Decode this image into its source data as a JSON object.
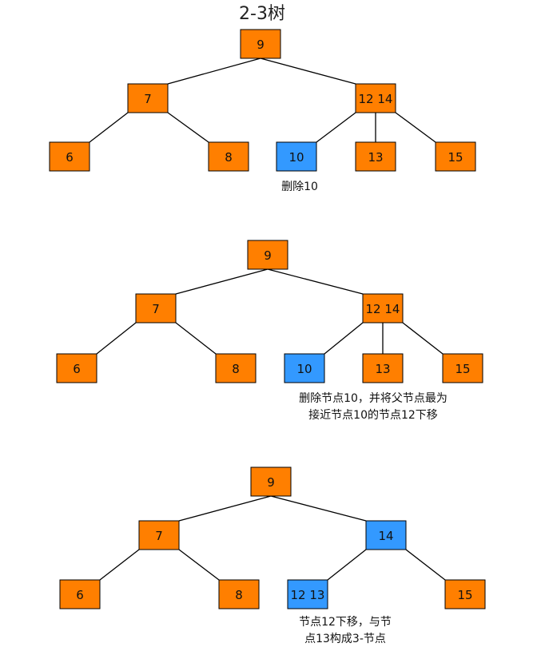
{
  "title": "2-3树",
  "colors": {
    "normal": "#ff7f00",
    "highlight": "#3399ff"
  },
  "diagrams": [
    {
      "nodes": [
        {
          "id": "root",
          "label": "9",
          "color": "normal"
        },
        {
          "id": "left",
          "label": "7",
          "color": "normal"
        },
        {
          "id": "right",
          "label": "12 14",
          "color": "normal"
        },
        {
          "id": "l1",
          "label": "6",
          "color": "normal"
        },
        {
          "id": "l2",
          "label": "8",
          "color": "normal"
        },
        {
          "id": "r1",
          "label": "10",
          "color": "highlight"
        },
        {
          "id": "r2",
          "label": "13",
          "color": "normal"
        },
        {
          "id": "r3",
          "label": "15",
          "color": "normal"
        }
      ],
      "caption": [
        "删除10"
      ]
    },
    {
      "nodes": [
        {
          "id": "root",
          "label": "9",
          "color": "normal"
        },
        {
          "id": "left",
          "label": "7",
          "color": "normal"
        },
        {
          "id": "right",
          "label": "12 14",
          "color": "normal"
        },
        {
          "id": "l1",
          "label": "6",
          "color": "normal"
        },
        {
          "id": "l2",
          "label": "8",
          "color": "normal"
        },
        {
          "id": "r1",
          "label": "10",
          "color": "highlight"
        },
        {
          "id": "r2",
          "label": "13",
          "color": "normal"
        },
        {
          "id": "r3",
          "label": "15",
          "color": "normal"
        }
      ],
      "caption": [
        "删除节点10，并将父节点最为",
        "接近节点10的节点12下移"
      ]
    },
    {
      "nodes": [
        {
          "id": "root",
          "label": "9",
          "color": "normal"
        },
        {
          "id": "left",
          "label": "7",
          "color": "normal"
        },
        {
          "id": "right",
          "label": "14",
          "color": "highlight"
        },
        {
          "id": "l1",
          "label": "6",
          "color": "normal"
        },
        {
          "id": "l2",
          "label": "8",
          "color": "normal"
        },
        {
          "id": "r1",
          "label": "12 13",
          "color": "highlight"
        },
        {
          "id": "r3",
          "label": "15",
          "color": "normal"
        }
      ],
      "caption": [
        "节点12下移，与节",
        "点13构成3-节点"
      ]
    }
  ]
}
